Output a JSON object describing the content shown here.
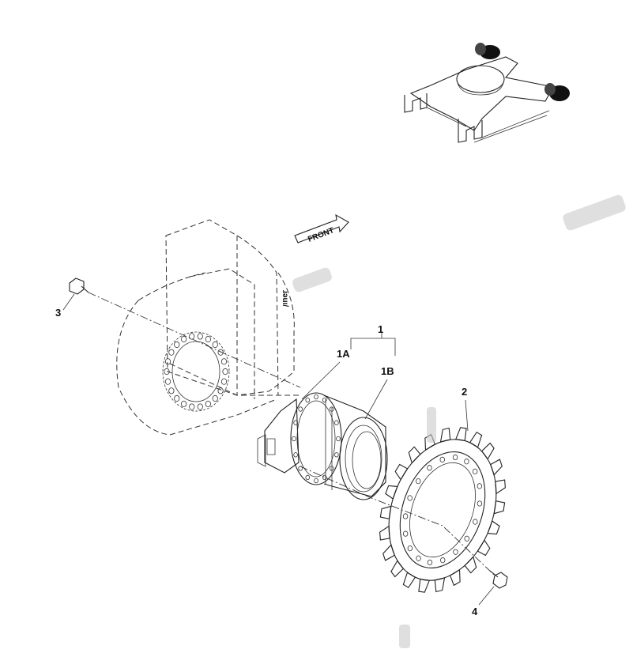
{
  "figure": {
    "front_label": "FRONT",
    "side_text": "ɹəuı/",
    "callouts": {
      "assembly": "1",
      "part_1a": "1A",
      "part_1b": "1B",
      "sprocket": "2",
      "bolt_left": "3",
      "bolt_right": "4"
    }
  },
  "colors": {
    "line": "#222222",
    "tire": "#111111",
    "background": "#ffffff"
  }
}
